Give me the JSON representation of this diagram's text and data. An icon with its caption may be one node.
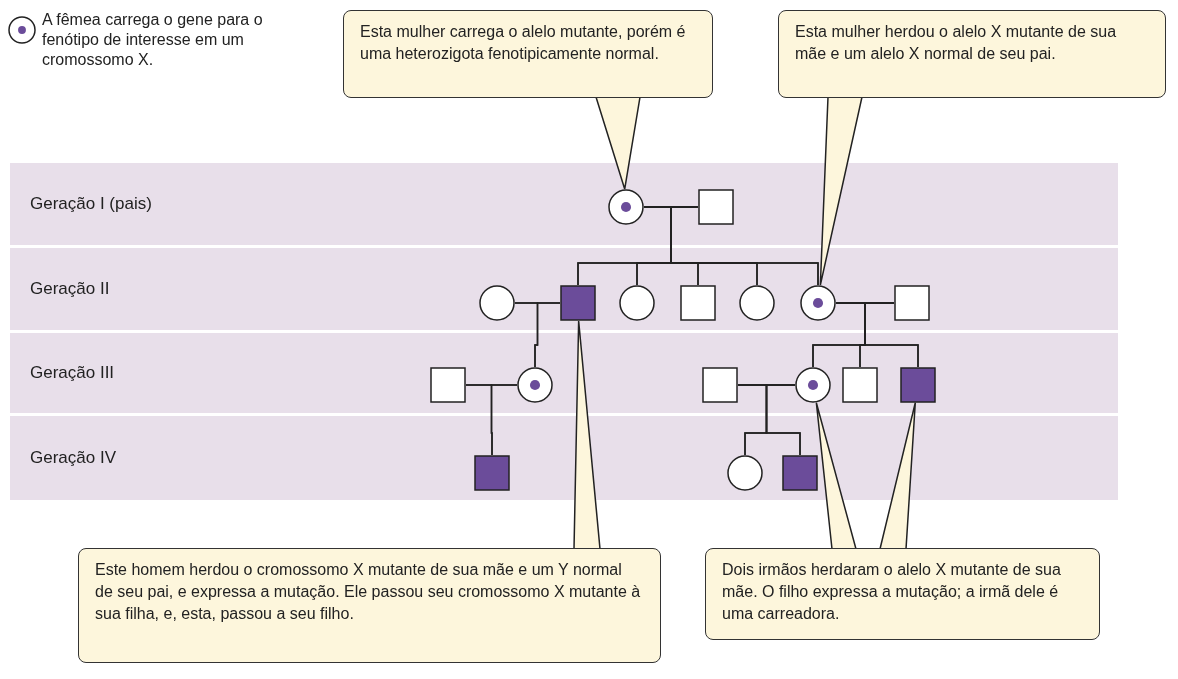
{
  "diagram": {
    "nodes": [
      {
        "text": [
          "Esta mulher carrega o alelo mutante, porém é uma heterozigota fenotipicamente normal."
        ]
      },
      {
        "text": [
          "Esta mulher herdou o alelo X mutante de sua mãe e um alelo X normal de seu pai."
        ]
      },
      {
        "text": [
          "Geração I (pais)"
        ]
      },
      {
        "text": [],
        "shape": "circle",
        "in": 2
      },
      {
        "text": [],
        "shape": "box",
        "in": 2
      },
      {
        "text": [
          "Geração II"
        ]
      },
      {
        "text": [],
        "shape": "circle",
        "in": 5
      },
      {
        "text": [],
        "shape": "box",
        "in": 5
      },
      {
        "text": [],
        "shape": "circle",
        "in": 5
      },
      {
        "text": [],
        "shape": "box",
        "in": 5
      },
      {
        "text": [],
        "shape": "circle",
        "in": 5
      },
      {
        "text": [],
        "shape": "circle",
        "in": 5
      },
      {
        "text": [],
        "shape": "box",
        "in": 5
      },
      {
        "text": [
          "Geração III"
        ]
      },
      {
        "text": [],
        "shape": "box",
        "in": 13
      },
      {
        "text": [],
        "shape": "circle",
        "in": 13
      },
      {
        "text": [],
        "shape": "box",
        "in": 13
      },
      {
        "text": [],
        "shape": "circle",
        "in": 13
      },
      {
        "text": [],
        "shape": "box",
        "in": 13
      },
      {
        "text": [],
        "shape": "box",
        "in": 13
      },
      {
        "text": [
          "Geração IV"
        ]
      },
      {
        "text": [],
        "shape": "box",
        "in": 20
      },
      {
        "text": [],
        "shape": "circle",
        "in": 20
      },
      {
        "text": [],
        "shape": "box",
        "in": 20
      },
      {
        "text": [
          "Este homem herdou o cromossomo X mutante de sua mãe e um Y normal de seu pai, e expressa a mutação. Ele passou seu cromossomo X mutante à sua filha, e, esta, passou a seu filho."
        ]
      },
      {
        "text": [
          "Dois irmãos herdaram o alelo X mutante de sua mãe. O filho expressa a mutação; a irmã dele é uma carreadora."
        ]
      }
    ],
    "edges": [
      {
        "from": 3,
        "to": 4,
        "arrow": "none"
      },
      {
        "from": 3,
        "to": 7,
        "arrow": "none"
      },
      {
        "from": 4,
        "to": 7,
        "arrow": "none"
      },
      {
        "from": 3,
        "to": 8,
        "arrow": "none"
      },
      {
        "from": 4,
        "to": 8,
        "arrow": "none"
      },
      {
        "from": 3,
        "to": 9,
        "arrow": "none"
      },
      {
        "from": 4,
        "to": 9,
        "arrow": "none"
      },
      {
        "from": 3,
        "to": 10,
        "arrow": "none"
      },
      {
        "from": 4,
        "to": 10,
        "arrow": "none"
      },
      {
        "from": 3,
        "to": 11,
        "arrow": "none"
      },
      {
        "from": 4,
        "to": 11,
        "arrow": "none"
      },
      {
        "from": 6,
        "to": 7,
        "arrow": "none"
      },
      {
        "from": 11,
        "to": 12,
        "arrow": "none"
      },
      {
        "from": 6,
        "to": 15,
        "arrow": "none"
      },
      {
        "from": 7,
        "to": 15,
        "arrow": "none"
      },
      {
        "from": 11,
        "to": 17,
        "arrow": "none"
      },
      {
        "from": 12,
        "to": 17,
        "arrow": "none"
      },
      {
        "from": 11,
        "to": 18,
        "arrow": "none"
      },
      {
        "from": 12,
        "to": 18,
        "arrow": "none"
      },
      {
        "from": 11,
        "to": 19,
        "arrow": "none"
      },
      {
        "from": 12,
        "to": 19,
        "arrow": "none"
      },
      {
        "from": 14,
        "to": 15,
        "arrow": "none"
      },
      {
        "from": 16,
        "to": 17,
        "arrow": "none"
      },
      {
        "from": 14,
        "to": 21,
        "arrow": "none"
      },
      {
        "from": 15,
        "to": 21,
        "arrow": "none"
      },
      {
        "from": 16,
        "to": 22,
        "arrow": "none"
      },
      {
        "from": 17,
        "to": 22,
        "arrow": "none"
      },
      {
        "from": 16,
        "to": 23,
        "arrow": "none"
      },
      {
        "from": 17,
        "to": 23,
        "arrow": "none"
      },
      {
        "from": 0,
        "to": 3,
        "arrow": "none"
      },
      {
        "from": 1,
        "to": 11,
        "arrow": "none"
      },
      {
        "from": 24,
        "to": 7,
        "arrow": "none"
      },
      {
        "from": 25,
        "to": 17,
        "arrow": "none"
      },
      {
        "from": 25,
        "to": 19,
        "arrow": "none"
      }
    ],
    "legend": [
      {
        "text": "A fêmea carrega o gene para o fenótipo de interesse em um cromossomo X."
      }
    ]
  }
}
